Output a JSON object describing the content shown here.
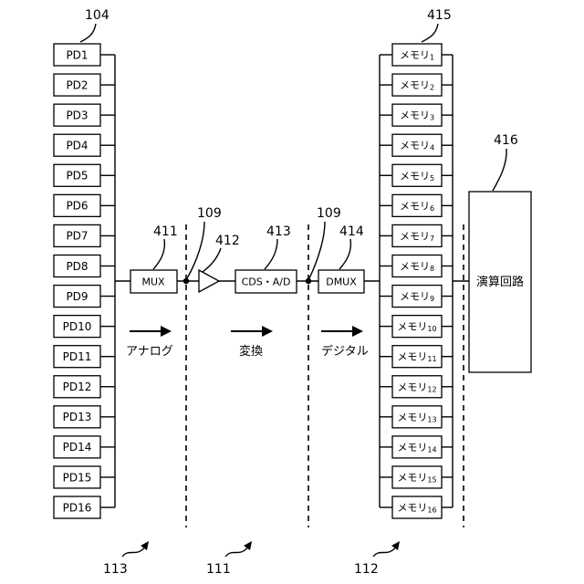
{
  "photodiodes": [
    "PD1",
    "PD2",
    "PD3",
    "PD4",
    "PD5",
    "PD6",
    "PD7",
    "PD8",
    "PD9",
    "PD10",
    "PD11",
    "PD12",
    "PD13",
    "PD14",
    "PD15",
    "PD16"
  ],
  "memories": {
    "label": "メモリ",
    "indices": [
      "1",
      "2",
      "3",
      "4",
      "5",
      "6",
      "7",
      "8",
      "9",
      "10",
      "11",
      "12",
      "13",
      "14",
      "15",
      "16"
    ]
  },
  "blocks": {
    "mux": "MUX",
    "cds_ad": "CDS・A/D",
    "dmux": "DMUX",
    "arithmetic": "演算回路"
  },
  "refs": {
    "pd_group": "104",
    "memory_group": "415",
    "arithmetic": "416",
    "mux": "411",
    "amp": "412",
    "cds_ad": "413",
    "dmux": "414",
    "node_left": "109",
    "node_right": "109",
    "region_analog": "113",
    "region_convert": "111",
    "region_digital": "112"
  },
  "flow_labels": {
    "analog": "アナログ",
    "convert": "変換",
    "digital": "デジタル"
  }
}
